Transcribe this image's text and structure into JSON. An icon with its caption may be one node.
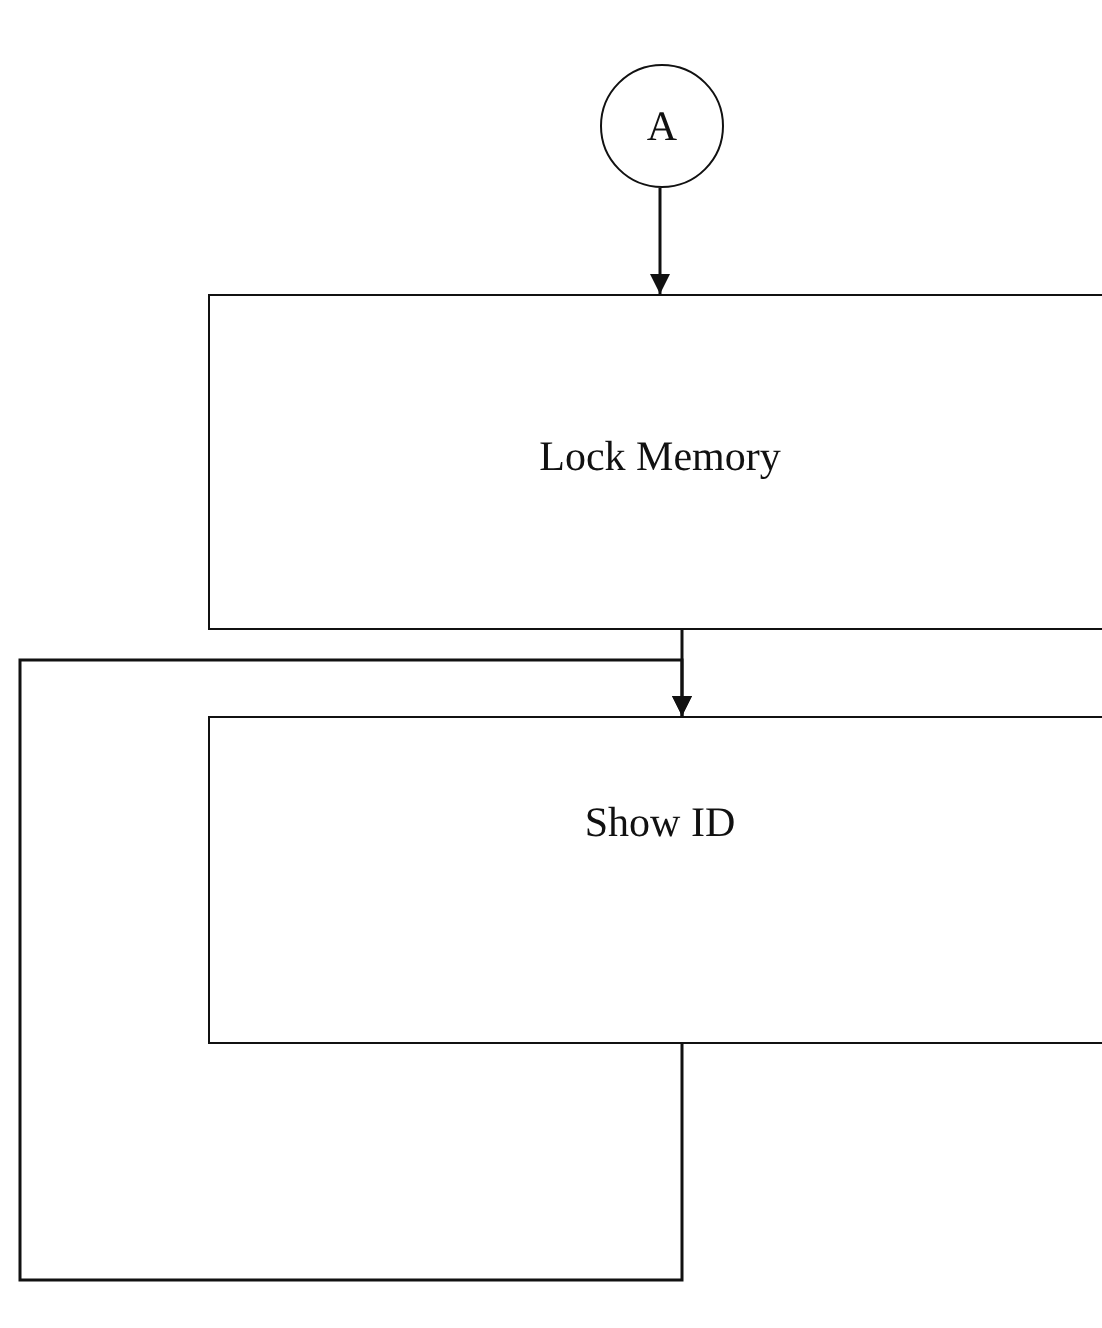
{
  "diagram": {
    "nodes": [
      {
        "text": [
          "A"
        ]
      },
      {
        "text": [
          "Lock Memory"
        ]
      },
      {
        "text": [
          "Show ID"
        ]
      }
    ],
    "edges": [
      {
        "from": 0,
        "to": 1,
        "arrow": "to"
      },
      {
        "from": 1,
        "to": 2,
        "arrow": "to"
      },
      {
        "from": 2,
        "to": 2,
        "arrow": "to"
      }
    ]
  }
}
